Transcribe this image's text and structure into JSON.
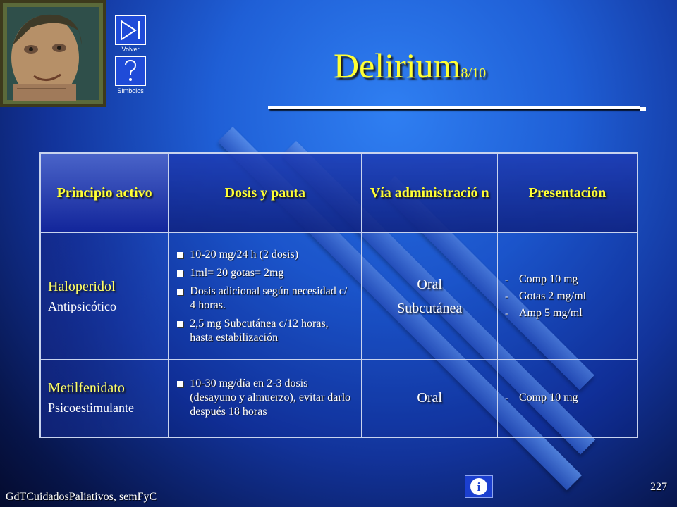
{
  "header": {
    "title": "Delirium",
    "title_sub": "8/10",
    "nav_back_label": "Volver",
    "nav_symbols_label": "Símbolos"
  },
  "table": {
    "headers": [
      "Principio activo",
      "Dosis y pauta",
      "Vía administració n",
      "Presentación"
    ],
    "rows": [
      {
        "drug": "Haloperidol",
        "class": "Antipsicótico",
        "doses": [
          "10-20 mg/24 h (2 dosis)",
          "1ml= 20 gotas= 2mg",
          "Dosis adicional según necesidad c/ 4 horas.",
          "2,5 mg Subcutánea c/12 horas, hasta estabilización"
        ],
        "routes": [
          "Oral",
          "Subcutánea"
        ],
        "presentations": [
          "Comp 10 mg",
          "Gotas 2 mg/ml",
          "Amp 5 mg/ml"
        ]
      },
      {
        "drug": "Metilfenidato",
        "class": "Psicoestimulante",
        "doses": [
          "10-30 mg/día en 2-3 dosis (desayuno y almuerzo), evitar darlo después 18 horas"
        ],
        "routes": [
          "Oral"
        ],
        "presentations": [
          "Comp 10 mg"
        ]
      }
    ]
  },
  "footer": {
    "credit": "GdTCuidadosPaliativos, semFyC",
    "page_number": "227",
    "info_label": "i"
  },
  "colors": {
    "title": "#ffff33",
    "header_text": "#ffff33",
    "background": "#1f5fd6"
  }
}
